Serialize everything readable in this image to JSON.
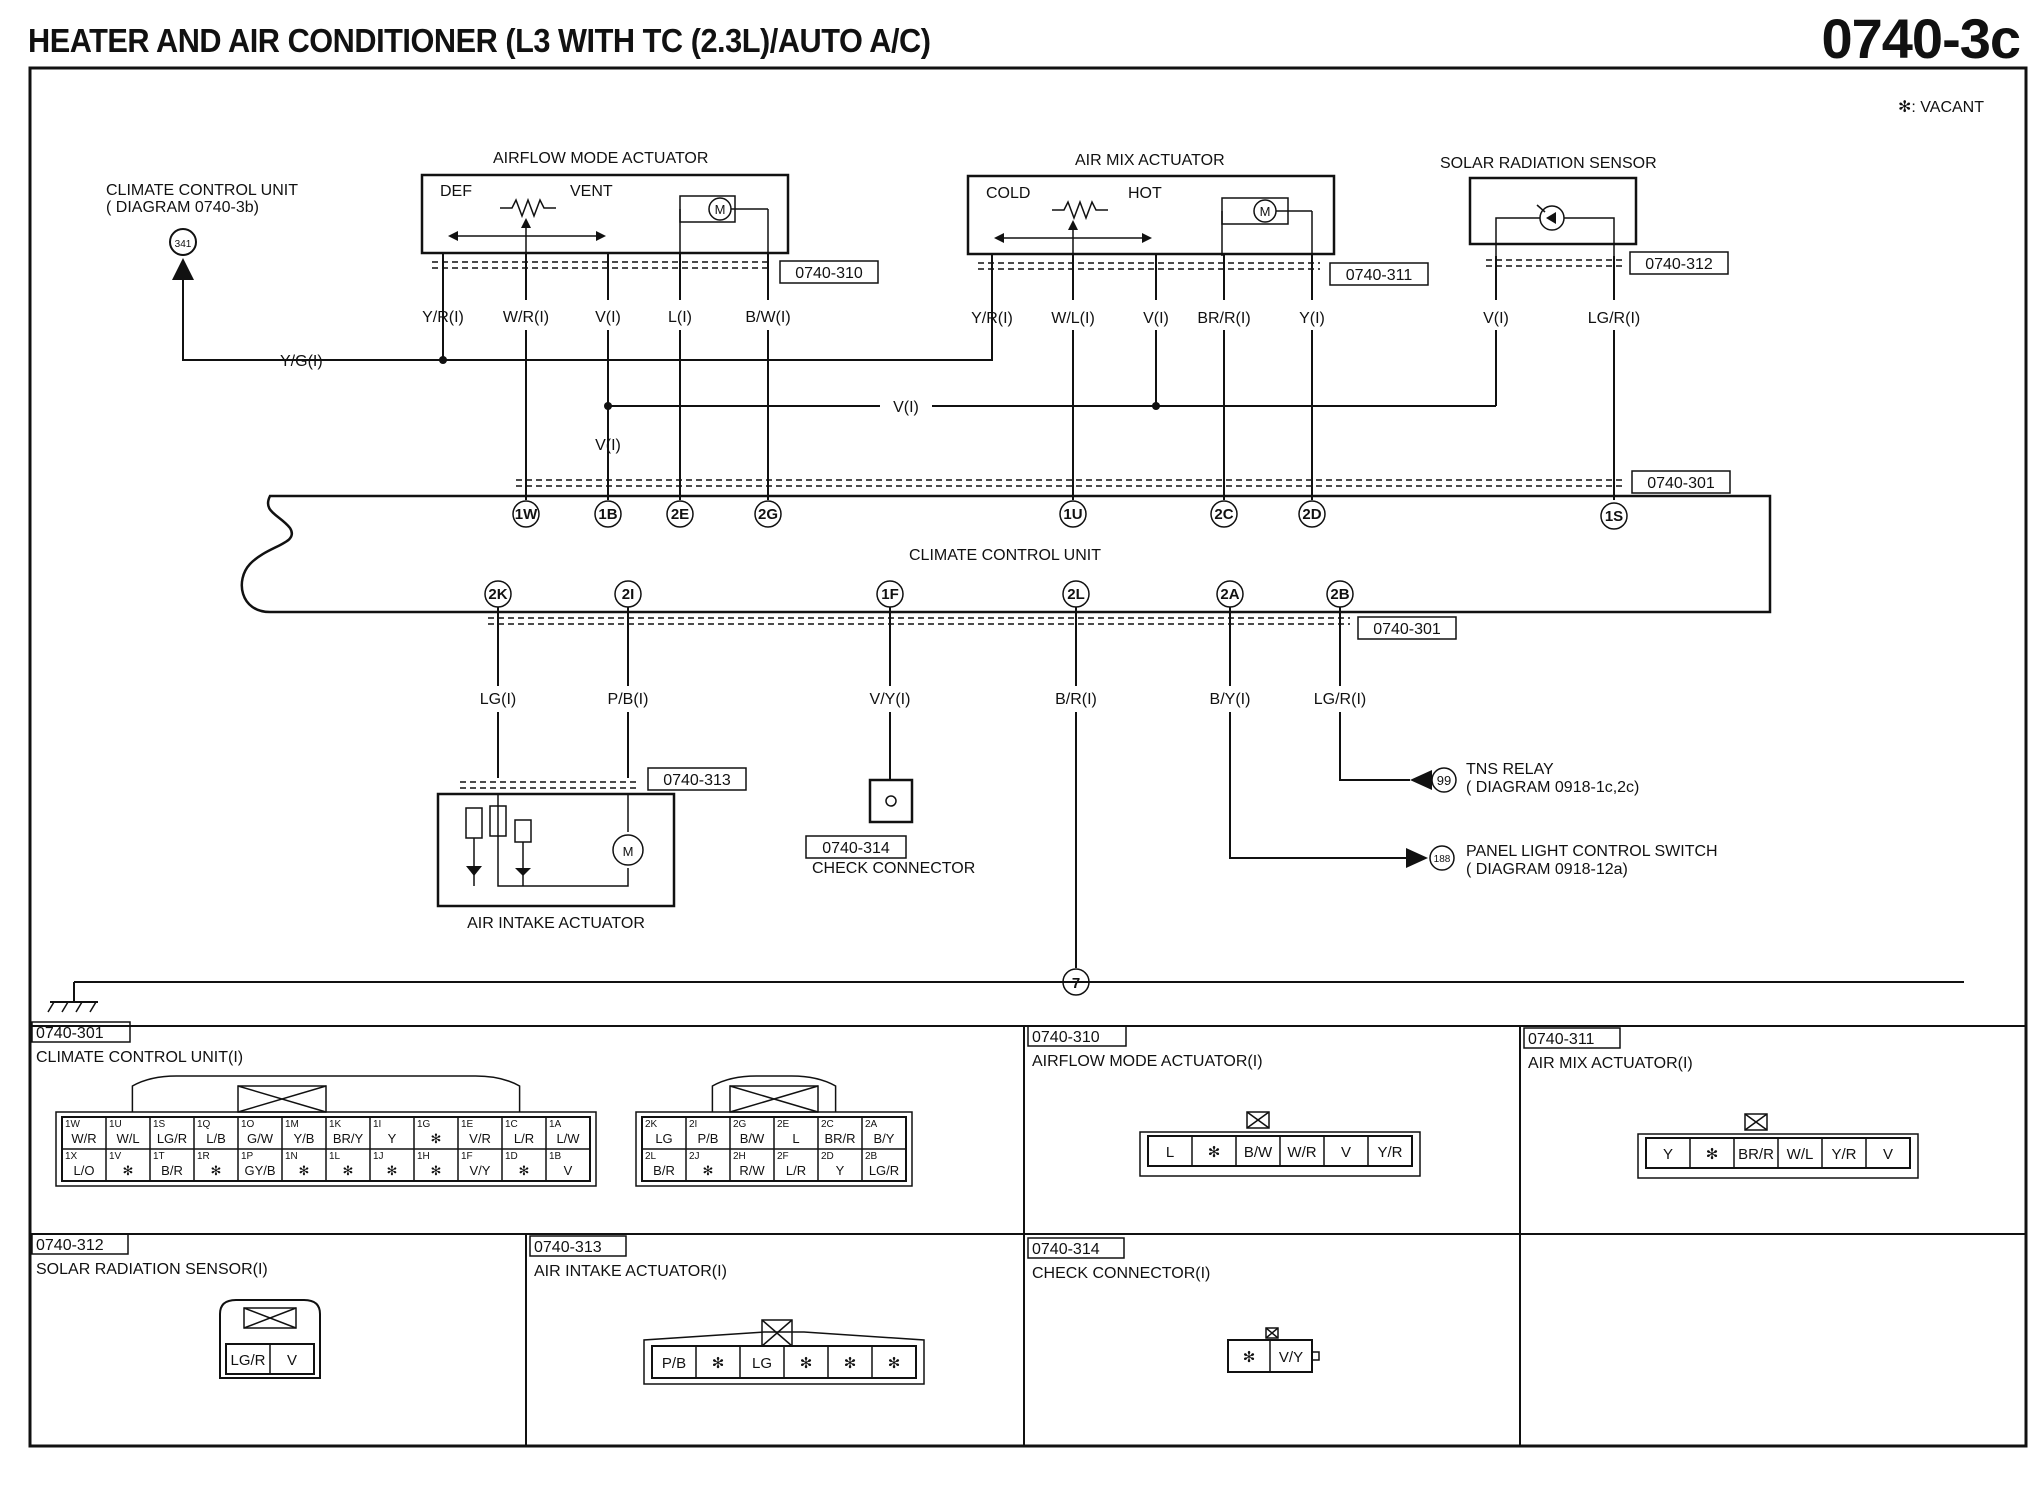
{
  "header": {
    "title": "HEATER AND AIR CONDITIONER (L3 WITH TC (2.3L)/AUTO A/C)",
    "code": "0740-3c"
  },
  "note": "✻: VACANT",
  "components": {
    "cc_ref_label": "CLIMATE CONTROL UNIT",
    "cc_ref_sub": "( DIAGRAM 0740-3b)",
    "cc_ref_num": "341",
    "airflow": "AIRFLOW MODE ACTUATOR",
    "def": "DEF",
    "vent": "VENT",
    "airmix": "AIR MIX ACTUATOR",
    "cold": "COLD",
    "hot": "HOT",
    "solar": "SOLAR RADIATION SENSOR",
    "climate_unit": "CLIMATE CONTROL UNIT",
    "air_intake": "AIR INTAKE ACTUATOR",
    "check_connector": "CHECK CONNECTOR",
    "tns_relay": "TNS RELAY",
    "tns_sub": "( DIAGRAM 0918-1c,2c)",
    "tns_num": "99",
    "panel_light": "PANEL LIGHT CONTROL SWITCH",
    "panel_sub": "( DIAGRAM 0918-12a)",
    "panel_num": "188",
    "ground_num": "7",
    "motor": "M"
  },
  "connector_refs": {
    "c310": "0740-310",
    "c311": "0740-311",
    "c312": "0740-312",
    "c301a": "0740-301",
    "c301b": "0740-301",
    "c313": "0740-313",
    "c314": "0740-314"
  },
  "wires": {
    "yr1": "Y/R(I)",
    "wr": "W/R(I)",
    "v1": "V(I)",
    "l": "L(I)",
    "bw": "B/W(I)",
    "yg": "Y/G(I)",
    "yr2": "Y/R(I)",
    "wl": "W/L(I)",
    "v2": "V(I)",
    "brr": "BR/R(I)",
    "y": "Y(I)",
    "v3": "V(I)",
    "lgr_top": "LG/R(I)",
    "v_mid": "V(I)",
    "v_low": "V(I)",
    "lg": "LG(I)",
    "pb": "P/B(I)",
    "vy": "V/Y(I)",
    "br": "B/R(I)",
    "by": "B/Y(I)",
    "lgr_bot": "LG/R(I)"
  },
  "pins": {
    "p1w": "1W",
    "p1b": "1B",
    "p2e": "2E",
    "p2g": "2G",
    "p1u": "1U",
    "p2c": "2C",
    "p2d": "2D",
    "p1s": "1S",
    "p2k": "2K",
    "p2i": "2I",
    "p1f": "1F",
    "p2l": "2L",
    "p2a": "2A",
    "p2b": "2B"
  },
  "panels": {
    "ccu": {
      "code": "0740-301",
      "title": "CLIMATE CONTROL UNIT(I)"
    },
    "afm": {
      "code": "0740-310",
      "title": "AIRFLOW MODE ACTUATOR(I)"
    },
    "amx": {
      "code": "0740-311",
      "title": "AIR MIX ACTUATOR(I)"
    },
    "srs": {
      "code": "0740-312",
      "title": "SOLAR RADIATION SENSOR(I)"
    },
    "ait": {
      "code": "0740-313",
      "title": "AIR INTAKE ACTUATOR(I)"
    },
    "chk": {
      "code": "0740-314",
      "title": "CHECK CONNECTOR(I)"
    }
  },
  "connector_faces": {
    "ccu1_top_pins": [
      "1W",
      "1U",
      "1S",
      "1Q",
      "1O",
      "1M",
      "1K",
      "1I",
      "1G",
      "1E",
      "1C",
      "1A"
    ],
    "ccu1_top_wires": [
      "W/R",
      "W/L",
      "LG/R",
      "L/B",
      "G/W",
      "Y/B",
      "BR/Y",
      "Y",
      "✻",
      "V/R",
      "L/R",
      "L/W"
    ],
    "ccu1_bot_pins": [
      "1X",
      "1V",
      "1T",
      "1R",
      "1P",
      "1N",
      "1L",
      "1J",
      "1H",
      "1F",
      "1D",
      "1B"
    ],
    "ccu1_bot_wires": [
      "L/O",
      "✻",
      "B/R",
      "✻",
      "GY/B",
      "✻",
      "✻",
      "✻",
      "✻",
      "V/Y",
      "✻",
      "V"
    ],
    "ccu2_top_pins": [
      "2K",
      "2I",
      "2G",
      "2E",
      "2C",
      "2A"
    ],
    "ccu2_top_wires": [
      "LG",
      "P/B",
      "B/W",
      "L",
      "BR/R",
      "B/Y"
    ],
    "ccu2_bot_pins": [
      "2L",
      "2J",
      "2H",
      "2F",
      "2D",
      "2B"
    ],
    "ccu2_bot_wires": [
      "B/R",
      "✻",
      "R/W",
      "L/R",
      "Y",
      "LG/R"
    ],
    "afm": [
      "L",
      "✻",
      "B/W",
      "W/R",
      "V",
      "Y/R"
    ],
    "amx": [
      "Y",
      "✻",
      "BR/R",
      "W/L",
      "Y/R",
      "V"
    ],
    "srs": [
      "LG/R",
      "V"
    ],
    "ait": [
      "P/B",
      "✻",
      "LG",
      "✻",
      "✻",
      "✻"
    ],
    "chk": [
      "✻",
      "V/Y"
    ]
  }
}
